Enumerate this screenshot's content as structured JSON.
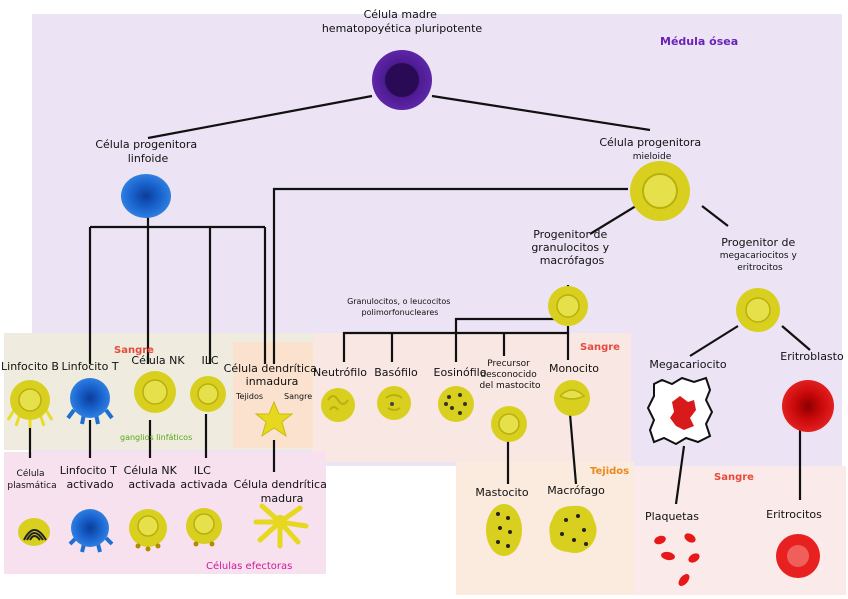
{
  "regions": {
    "medula": "Médula ósea",
    "sangre_lymph": "Sangre",
    "sangre_center": "Sangre",
    "sangre_dc": "Sangre",
    "tejidos_dc": "Tejidos",
    "tejidos_right": "Tejidos",
    "sangre_bottom": "Sangre",
    "efectoras": "Células efectoras",
    "ganglios": "ganglios linfáticos"
  },
  "cells": {
    "stem": [
      "Célula madre",
      "hematopoyética pluripotente"
    ],
    "lymphoid": [
      "Célula progenitora",
      "linfoide"
    ],
    "myeloid": [
      "Célula progenitora",
      "mieloide"
    ],
    "gran_mac": [
      "Progenitor de",
      "granulocitos y",
      "macrófagos"
    ],
    "mega_eri": [
      "Progenitor de",
      "megacariocitos y",
      "eritrocitos"
    ],
    "granulocitos": [
      "Granulocitos, o leucocitos",
      "polimorfonucleares"
    ],
    "linfocito_b": "Linfocito B",
    "linfocito_t": "Linfocito T",
    "celula_nk": "Célula NK",
    "ilc": "ILC",
    "dc_inmadura": [
      "Célula dendrítica",
      "inmadura"
    ],
    "neutrofilo": "Neutrófilo",
    "basofilo": "Basófilo",
    "eosinofilo": "Eosinófilo",
    "precursor_mastocito": [
      "Precursor",
      "desconocido",
      "del mastocito"
    ],
    "monocito": "Monocito",
    "megacariocito": "Megacariocito",
    "eritroblasto": "Eritroblasto",
    "plasmatica": [
      "Célula",
      "plasmática"
    ],
    "linfocito_t_activado": [
      "Linfocito T",
      "activado"
    ],
    "nk_activada": [
      "Célula NK",
      "activada"
    ],
    "ilc_activada": [
      "ILC",
      "activada"
    ],
    "dc_madura": [
      "Célula dendrítica",
      "madura"
    ],
    "mastocito": "Mastocito",
    "macrofago": "Macrófago",
    "plaquetas": "Plaquetas",
    "eritrocitos": "Eritrocitos"
  },
  "colors": {
    "medula_bg": "#ece4f4",
    "lymph_bg": "#efecdf",
    "blood_bg": "#f9e7e4",
    "effector_bg": "#f7e1ef",
    "tissue_bg": "#fbebdf",
    "stem_cell": "#4a1d8c",
    "lymphoid_cell": "#1f6fd1",
    "yellow_cell": "#d8cf1e",
    "red_cell": "#d81a1a"
  }
}
